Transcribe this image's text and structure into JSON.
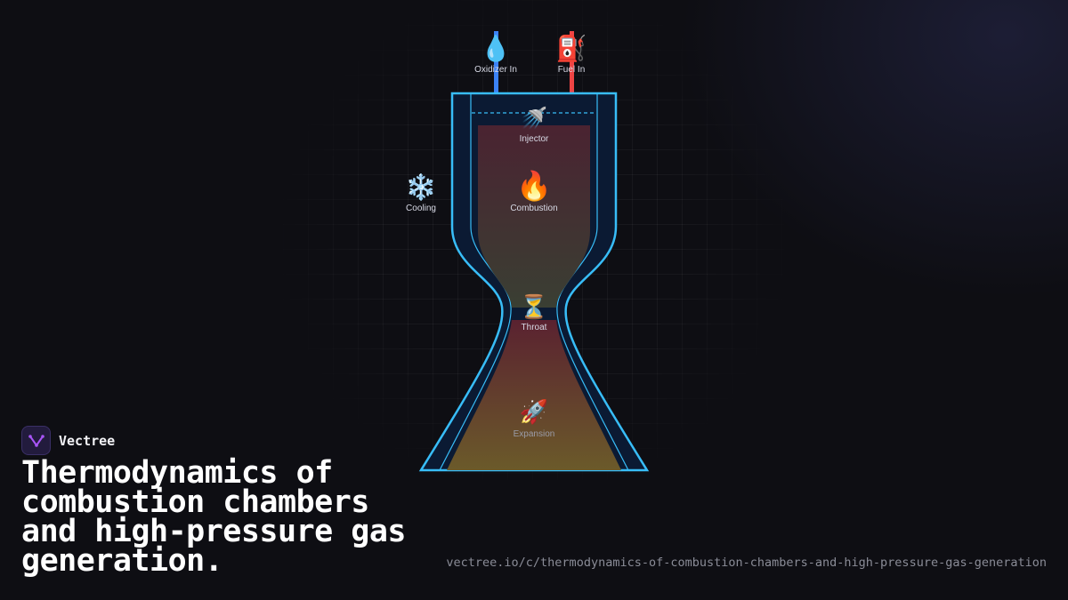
{
  "diagram": {
    "inputs": [
      {
        "icon": "droplet-icon",
        "glyph": "💧",
        "label": "Oxidizer In",
        "color": "#3b82f6"
      },
      {
        "icon": "fuel-pump-icon",
        "glyph": "⛽",
        "label": "Fuel In",
        "color": "#ef4444"
      }
    ],
    "stages": [
      {
        "icon": "shower-icon",
        "glyph": "🚿",
        "label": "Injector"
      },
      {
        "icon": "fire-icon",
        "glyph": "🔥",
        "label": "Combustion"
      },
      {
        "icon": "snowflake-icon",
        "glyph": "❄️",
        "label": "Cooling"
      },
      {
        "icon": "hourglass-icon",
        "glyph": "⏳",
        "label": "Throat"
      },
      {
        "icon": "rocket-icon",
        "glyph": "🚀",
        "label": "Expansion"
      }
    ],
    "colors": {
      "wall": "#38bdf8",
      "jacket": "#0b1a33",
      "chamber_top": "#4a2331",
      "chamber_bottom": "#3a3f33",
      "nozzle_top": "#5a2230",
      "nozzle_bottom": "#6b5a2a"
    }
  },
  "brand": {
    "name": "Vectree",
    "logo_icon": "vectree-logo-icon",
    "accent": "#a855f7"
  },
  "title": "Thermodynamics of combustion chambers and high-pressure gas generation.",
  "url": "vectree.io/c/thermodynamics-of-combustion-chambers-and-high-pressure-gas-generation"
}
